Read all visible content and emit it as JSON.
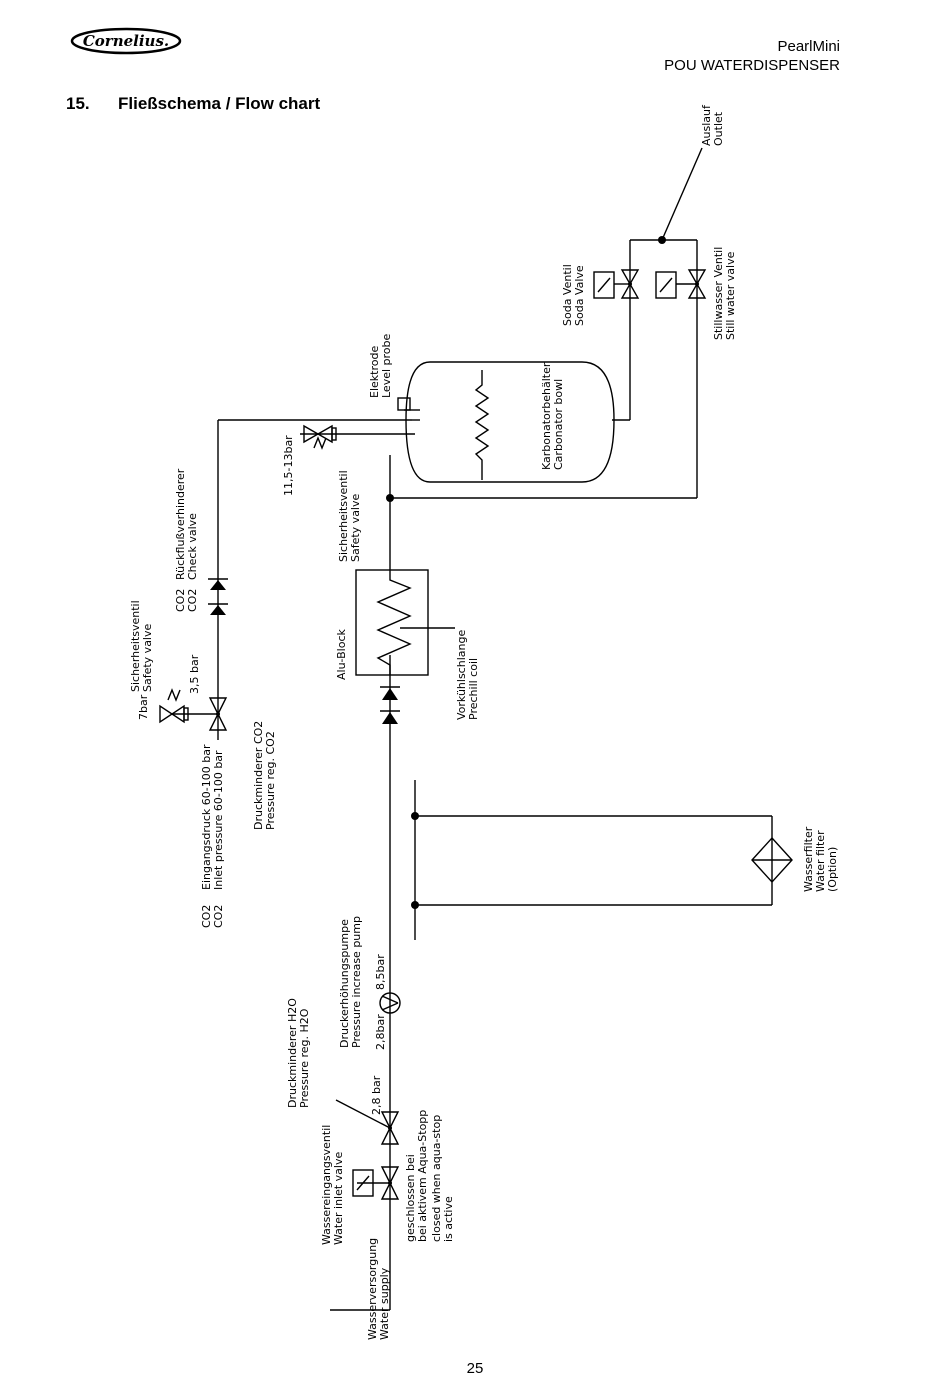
{
  "header": {
    "brand": "Cornelius",
    "product": "PearlMini",
    "subtitle": "POU WATERDISPENSER"
  },
  "section": {
    "number": "15.",
    "title": "Fließschema / Flow chart"
  },
  "labels": {
    "outlet_de": "Auslauf",
    "outlet_en": "Outlet",
    "soda_valve_de": "Soda Ventil",
    "soda_valve_en": "Soda Valve",
    "still_valve_de": "Stillwasser Ventil",
    "still_valve_en": "Still water valve",
    "electrode_de": "Elektrode",
    "electrode_en": "Level probe",
    "bowl_de": "Karbonatorbehälter",
    "bowl_en": "Carbonator bowl",
    "safety_pressure": "11,5-13bar",
    "safety_de": "Sicherheitsventil",
    "safety_en": "Safety valve",
    "check_de": "Rückflußverhinderer",
    "check_en": "Check valve",
    "co2_a": "CO2",
    "co2_b": "CO2",
    "safety2_de": "Sicherheitsventil",
    "safety2_en": "Safety valve",
    "p7bar": "7bar",
    "p35bar": "3,5 bar",
    "inlet_de": "Eingangsdruck 60-100 bar",
    "inlet_en": "Inlet pressure 60-100 bar",
    "co2_c": "CO2",
    "co2_d": "CO2",
    "co2reg_de": "Druckminderer CO2",
    "co2reg_en": "Pressure reg. CO2",
    "alu": "Alu-Block",
    "coil_de": "Vorkühlschlange",
    "coil_en": "Prechill coil",
    "filter_de": "Wasserfilter",
    "filter_en": "Water filter",
    "filter_opt": "(Option)",
    "pump_de": "Druckerhöhungspumpe",
    "pump_en": "Pressure increase pump",
    "p85bar": "8,5bar",
    "p28bar_a": "2,8bar",
    "p28bar_b": "2,8 bar",
    "h2oreg_de": "Druckminderer H2O",
    "h2oreg_en": "Pressure reg. H2O",
    "inletvalve_de": "Wassereingangsventil",
    "inletvalve_en": "Water inlet valve",
    "aqua1": "geschlossen bei",
    "aqua2": "bei aktivem Aqua-Stopp",
    "aqua3": "closed when aqua-stop",
    "aqua4": "is active",
    "supply_de": "Wasserversorgung",
    "supply_en": "Water supply"
  },
  "footer": {
    "page_number": "25"
  }
}
